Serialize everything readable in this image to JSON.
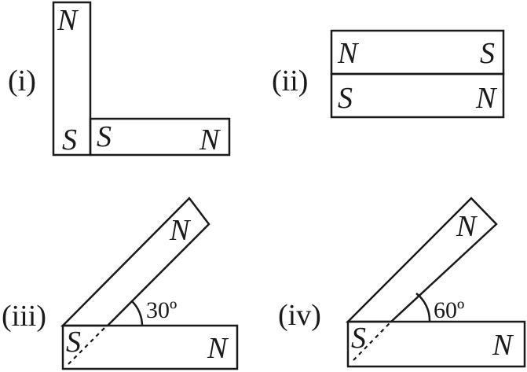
{
  "figures": [
    {
      "label": "(i)",
      "magnet_a": {
        "pole_1": "N",
        "pole_2": "S"
      },
      "magnet_b": {
        "pole_1": "S",
        "pole_2": "N"
      }
    },
    {
      "label": "(ii)",
      "magnet_a": {
        "pole_1": "N",
        "pole_2": "S"
      },
      "magnet_b": {
        "pole_1": "S",
        "pole_2": "N"
      }
    },
    {
      "label": "(iii)",
      "angle": "30º",
      "angle_value_deg": 30,
      "magnet_a": {
        "pole_1": "S",
        "pole_2": "N"
      },
      "magnet_b": {
        "pole_1": "N"
      }
    },
    {
      "label": "(iv)",
      "angle": "60º",
      "angle_value_deg": 60,
      "magnet_a": {
        "pole_1": "S",
        "pole_2": "N"
      },
      "magnet_b": {
        "pole_1": "N"
      }
    }
  ]
}
